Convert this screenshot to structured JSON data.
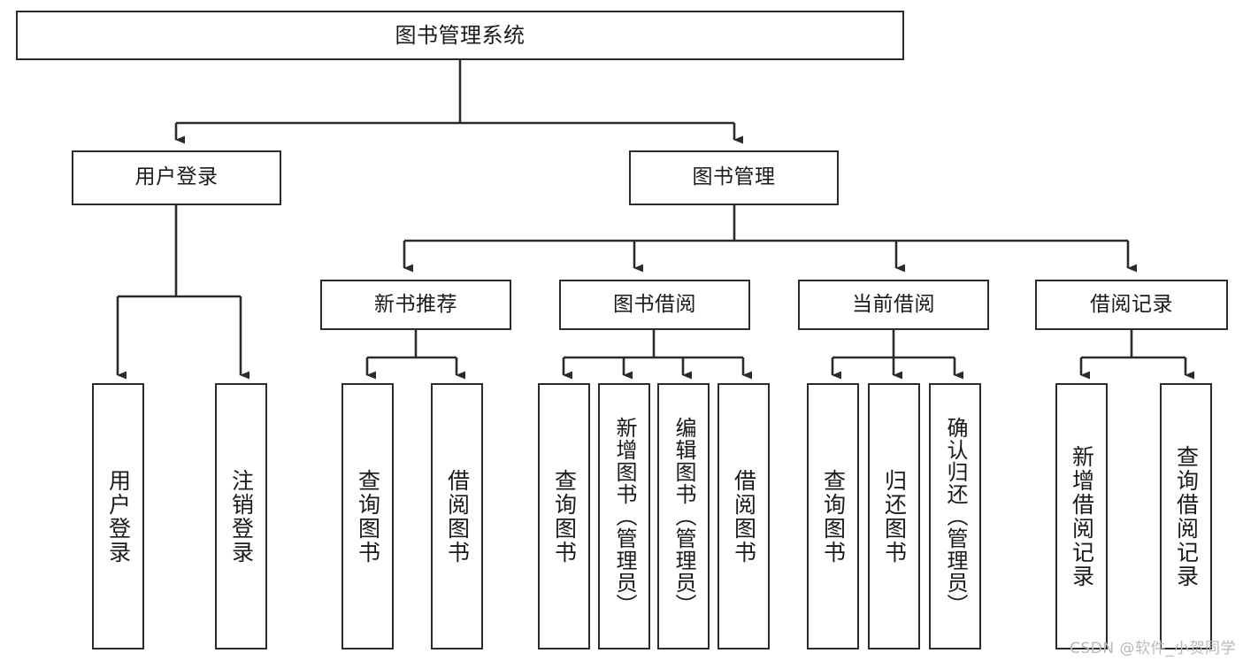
{
  "diagram": {
    "title": "图书管理系统",
    "type": "tree-hierarchy",
    "watermark": "CSDN @软件_小贺同学",
    "colors": {
      "box_border": "#2b2b2b",
      "box_fill": "#ffffff",
      "edge": "#2b2b2b",
      "text": "#1a1a1a",
      "watermark": "#b9b9b9",
      "background": "#ffffff"
    },
    "levels": {
      "level1": [
        {
          "id": "root",
          "label": "图书管理系统"
        }
      ],
      "level2": [
        {
          "id": "user-login",
          "label": "用户登录",
          "parent": "root"
        },
        {
          "id": "book-manage",
          "label": "图书管理",
          "parent": "root"
        }
      ],
      "level3": [
        {
          "id": "new-book-rec",
          "label": "新书推荐",
          "parent": "book-manage"
        },
        {
          "id": "book-borrow",
          "label": "图书借阅",
          "parent": "book-manage"
        },
        {
          "id": "current-borrow",
          "label": "当前借阅",
          "parent": "book-manage"
        },
        {
          "id": "borrow-record",
          "label": "借阅记录",
          "parent": "book-manage"
        }
      ],
      "level4": [
        {
          "id": "leaf-user-login",
          "label": "用户登录",
          "parent": "user-login"
        },
        {
          "id": "leaf-user-logout",
          "label": "注销登录",
          "parent": "user-login"
        },
        {
          "id": "leaf-query-book-1",
          "label": "查询图书",
          "parent": "new-book-rec"
        },
        {
          "id": "leaf-borrow-book-1",
          "label": "借阅图书",
          "parent": "new-book-rec"
        },
        {
          "id": "leaf-query-book-2",
          "label": "查询图书",
          "parent": "book-borrow"
        },
        {
          "id": "leaf-add-book",
          "label": "新增图书（管理员）",
          "parent": "book-borrow"
        },
        {
          "id": "leaf-edit-book",
          "label": "编辑图书（管理员）",
          "parent": "book-borrow"
        },
        {
          "id": "leaf-borrow-book-2",
          "label": "借阅图书",
          "parent": "book-borrow"
        },
        {
          "id": "leaf-query-book-3",
          "label": "查询图书",
          "parent": "current-borrow"
        },
        {
          "id": "leaf-return-book",
          "label": "归还图书",
          "parent": "current-borrow"
        },
        {
          "id": "leaf-confirm-return",
          "label": "确认归还（管理员）",
          "parent": "current-borrow"
        },
        {
          "id": "leaf-add-record",
          "label": "新增借阅记录",
          "parent": "borrow-record"
        },
        {
          "id": "leaf-query-record",
          "label": "查询借阅记录",
          "parent": "borrow-record"
        }
      ]
    }
  }
}
